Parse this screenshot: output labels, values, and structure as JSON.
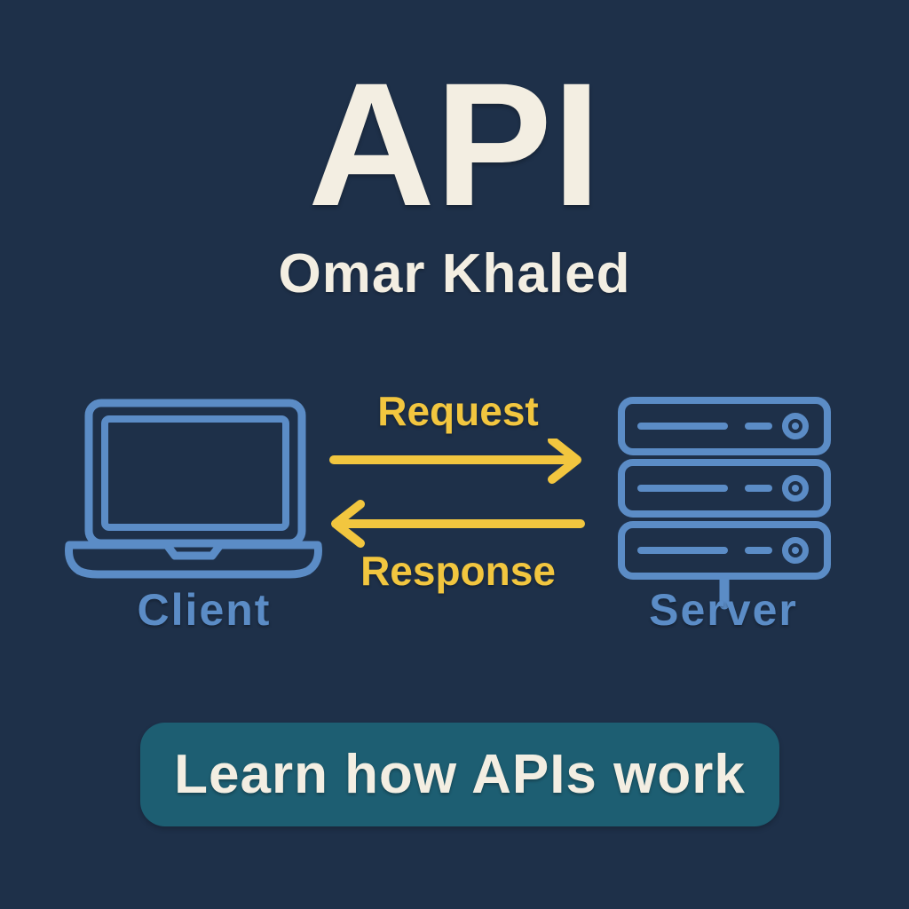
{
  "header": {
    "title": "API",
    "subtitle": "Omar Khaled"
  },
  "diagram": {
    "client": {
      "label": "Client",
      "icon": "laptop-icon"
    },
    "server": {
      "label": "Server",
      "icon": "server-icon"
    },
    "request": {
      "label": "Request",
      "direction": "right",
      "arrow_icon": "arrow-right-icon"
    },
    "response": {
      "label": "Response",
      "direction": "left",
      "arrow_icon": "arrow-left-icon"
    }
  },
  "cta": {
    "label": "Learn how APIs work"
  },
  "colors": {
    "background": "#1e3049",
    "icon_blue": "#5b8cc6",
    "accent_yellow": "#f2c63f",
    "text_cream": "#f3eee2",
    "cta_teal": "#1d5e72"
  }
}
